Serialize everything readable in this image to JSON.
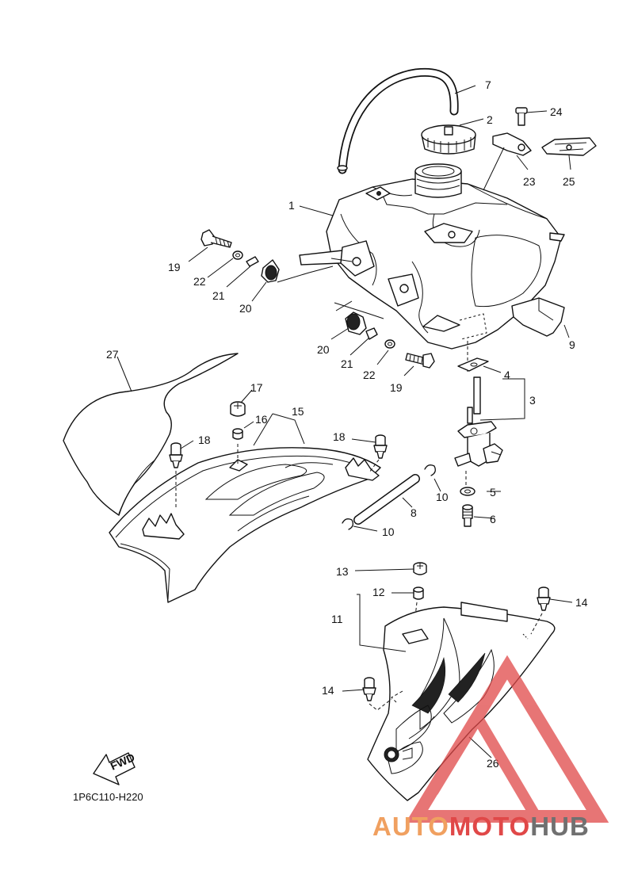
{
  "diagram": {
    "code": "1P6C110-H220",
    "fwd_label": "FWD",
    "part_numbers": {
      "p1": "1",
      "p2": "2",
      "p3": "3",
      "p4": "4",
      "p5": "5",
      "p6": "6",
      "p7": "7",
      "p8": "8",
      "p9": "9",
      "p10a": "10",
      "p10b": "10",
      "p11": "11",
      "p12": "12",
      "p13": "13",
      "p14a": "14",
      "p14b": "14",
      "p15": "15",
      "p16": "16",
      "p17": "17",
      "p18a": "18",
      "p18b": "18",
      "p19a": "19",
      "p19b": "19",
      "p20a": "20",
      "p20b": "20",
      "p21a": "21",
      "p21b": "21",
      "p22a": "22",
      "p22b": "22",
      "p23": "23",
      "p24": "24",
      "p25": "25",
      "p26": "26",
      "p27": "27"
    }
  },
  "watermark": {
    "part1": "AUTO",
    "part2": "MOTO",
    "part3": "HUB",
    "color_primary": "#f0a060",
    "color_secondary": "#e04848",
    "color_tertiary": "#707070"
  }
}
